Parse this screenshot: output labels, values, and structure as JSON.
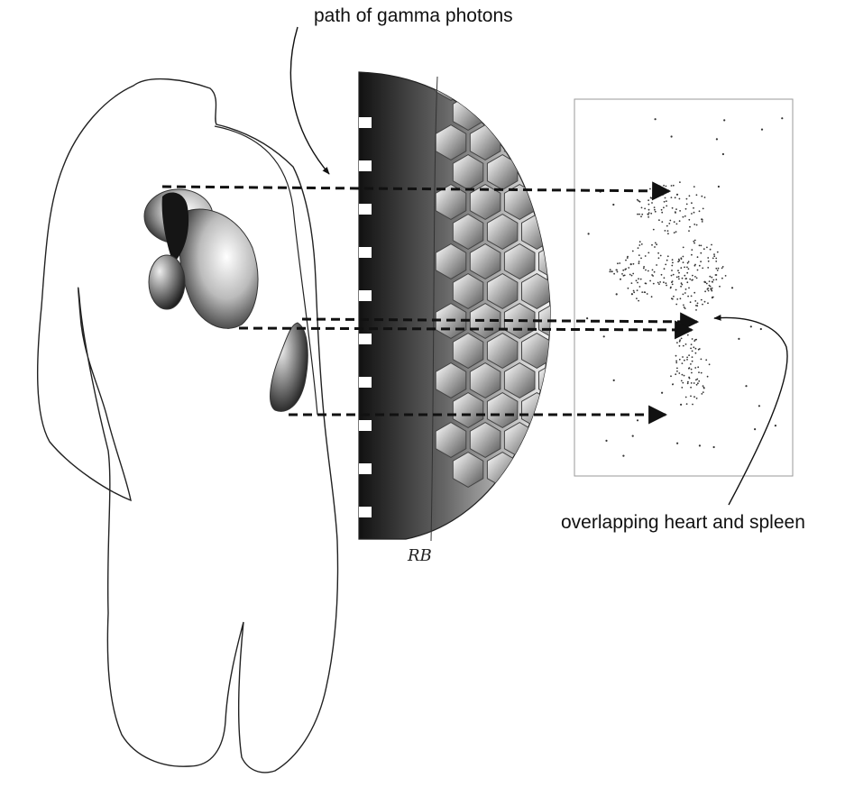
{
  "labels": {
    "top": "path of gamma photons",
    "right": "overlapping heart and spleen"
  },
  "signature": "RB",
  "colors": {
    "line": "#111111",
    "body_outline": "#222222",
    "detector_dark": "#1a1a1a",
    "detector_light": "#f2f2f2",
    "image_border": "#9a9a9a"
  }
}
